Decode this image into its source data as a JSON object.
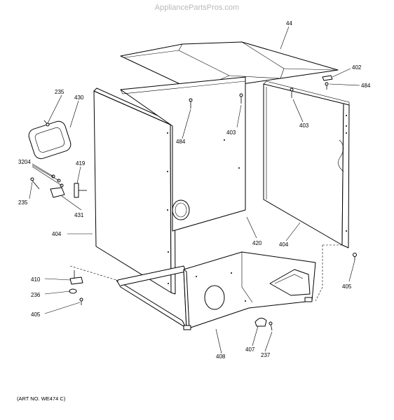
{
  "watermark": "AppliancePartsPros.com",
  "art_number": "(ART NO. WE474 C)",
  "callouts": {
    "c44": "44",
    "c402": "402",
    "c484_right": "484",
    "c235_top": "235",
    "c430": "430",
    "c484_mid": "484",
    "c403_mid": "403",
    "c403_right": "403",
    "c3204": "3204",
    "c419": "419",
    "c235_low": "235",
    "c431": "431",
    "c404_left": "404",
    "c420": "420",
    "c404_right": "404",
    "c410": "410",
    "c236": "236",
    "c405_left": "405",
    "c405_right": "405",
    "c408": "408",
    "c407": "407",
    "c237": "237"
  }
}
